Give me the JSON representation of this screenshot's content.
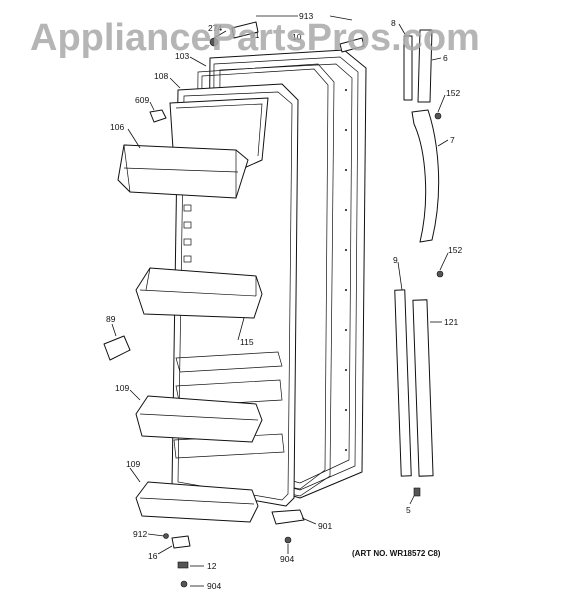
{
  "watermark": "AppliancePartsPros.com",
  "art_number": "(ART NO. WR18572 C8)",
  "labels": {
    "p913": "913",
    "p274": "274",
    "p9x": "91",
    "p10": "10",
    "p103": "103",
    "p108": "108",
    "p609": "609",
    "p106": "106",
    "p8": "8",
    "p6": "6",
    "p152a": "152",
    "p7": "7",
    "p152b": "152",
    "p9": "9",
    "p121": "121",
    "p89": "89",
    "p115": "115",
    "p109a": "109",
    "p109b": "109",
    "p5": "5",
    "p901": "901",
    "p912": "912",
    "p16": "16",
    "p12": "12",
    "p904a": "904",
    "p904b": "904"
  }
}
